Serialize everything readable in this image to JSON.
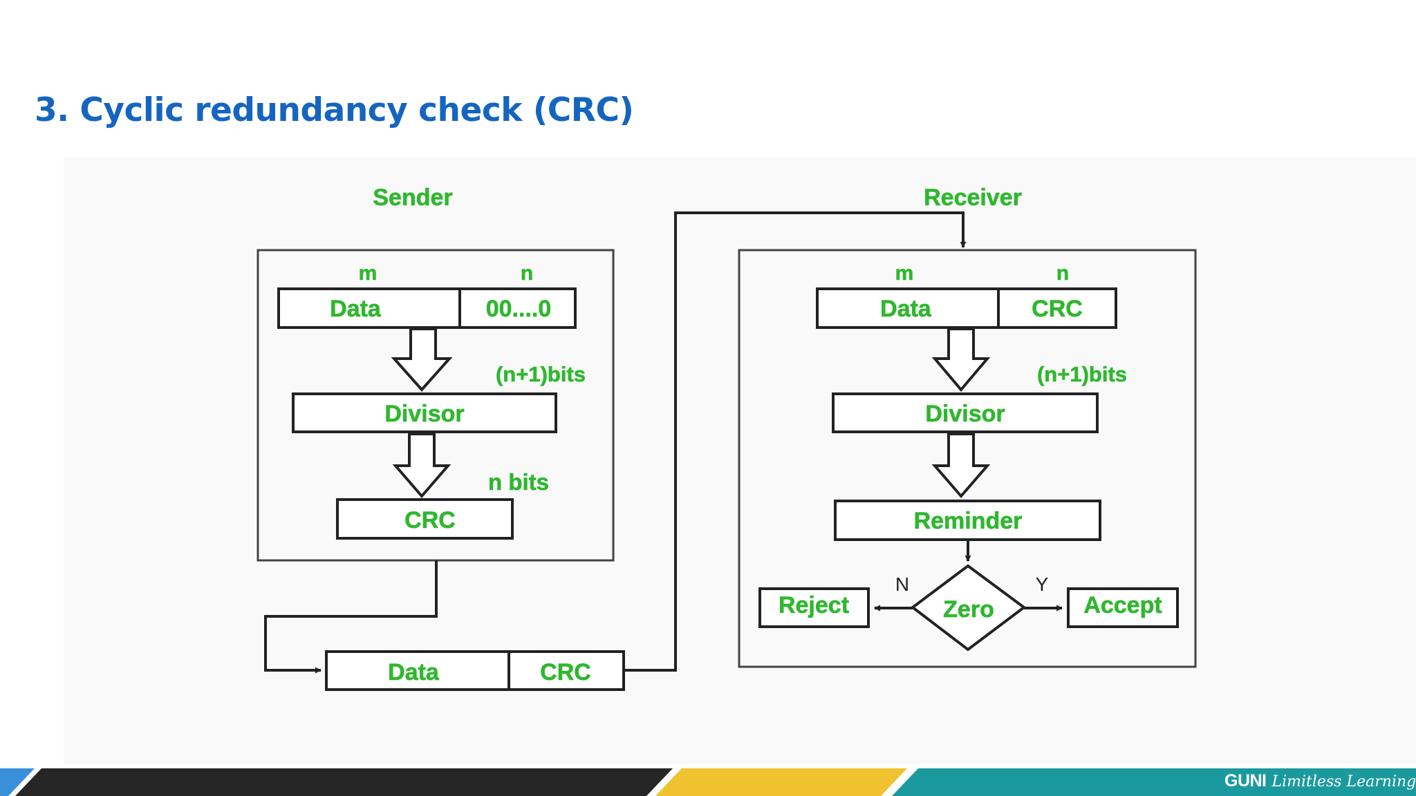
{
  "slide": {
    "title": "3. Cyclic redundancy check (CRC)"
  },
  "sender": {
    "label": "Sender",
    "m_label": "m",
    "n_label": "n",
    "data": "Data",
    "zeros": "00....0",
    "divisor_bits": "(n+1)bits",
    "divisor": "Divisor",
    "crc_bits": "n bits",
    "crc": "CRC"
  },
  "transmission": {
    "data": "Data",
    "crc": "CRC"
  },
  "receiver": {
    "label": "Receiver",
    "m_label": "m",
    "n_label": "n",
    "data": "Data",
    "crc": "CRC",
    "divisor_bits": "(n+1)bits",
    "divisor": "Divisor",
    "remainder": "Reminder",
    "decision": "Zero",
    "no_label": "N",
    "yes_label": "Y",
    "reject": "Reject",
    "accept": "Accept"
  },
  "footer": {
    "brand_name": "GUNI",
    "brand_tagline": "Limitless Learning",
    "colors": {
      "stripe_blue": "#3a8fd9",
      "stripe_dark": "#262626",
      "stripe_yellow": "#f0c230",
      "stripe_teal": "#1a9a9e"
    }
  },
  "colors": {
    "title": "#1565c0",
    "diagram_text": "#2fb72f",
    "lines": "#222222"
  }
}
